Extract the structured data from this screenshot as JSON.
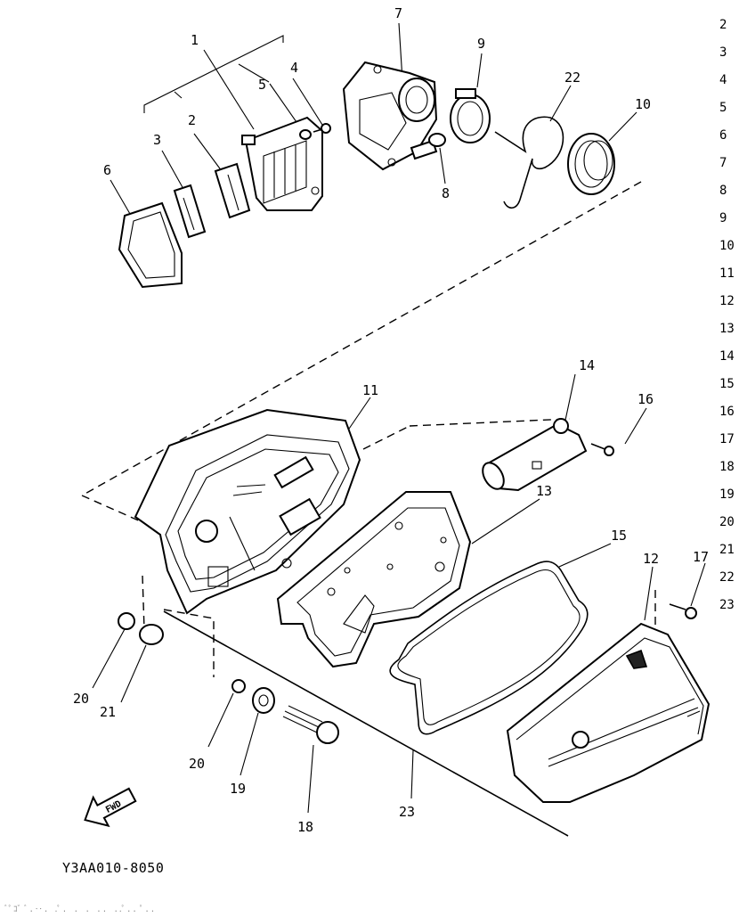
{
  "diagram": {
    "callouts": [
      "1",
      "2",
      "3",
      "4",
      "5",
      "6",
      "7",
      "8",
      "9",
      "10",
      "11",
      "12",
      "13",
      "14",
      "15",
      "16",
      "17",
      "18",
      "19",
      "20",
      "20",
      "21",
      "22",
      "23"
    ],
    "part_code": "Y3AA010-8050",
    "fwd_label": "FWD",
    "footer_noise": "ﾞﾟｺﾞ ﾞ.‥. .ﾟ. .  .  .. ..ﾟ.. ﾟ.."
  },
  "row_numbers": [
    "2",
    "3",
    "4",
    "5",
    "6",
    "7",
    "8",
    "9",
    "10",
    "11",
    "12",
    "13",
    "14",
    "15",
    "16",
    "17",
    "18",
    "19",
    "20",
    "21",
    "22",
    "23"
  ]
}
